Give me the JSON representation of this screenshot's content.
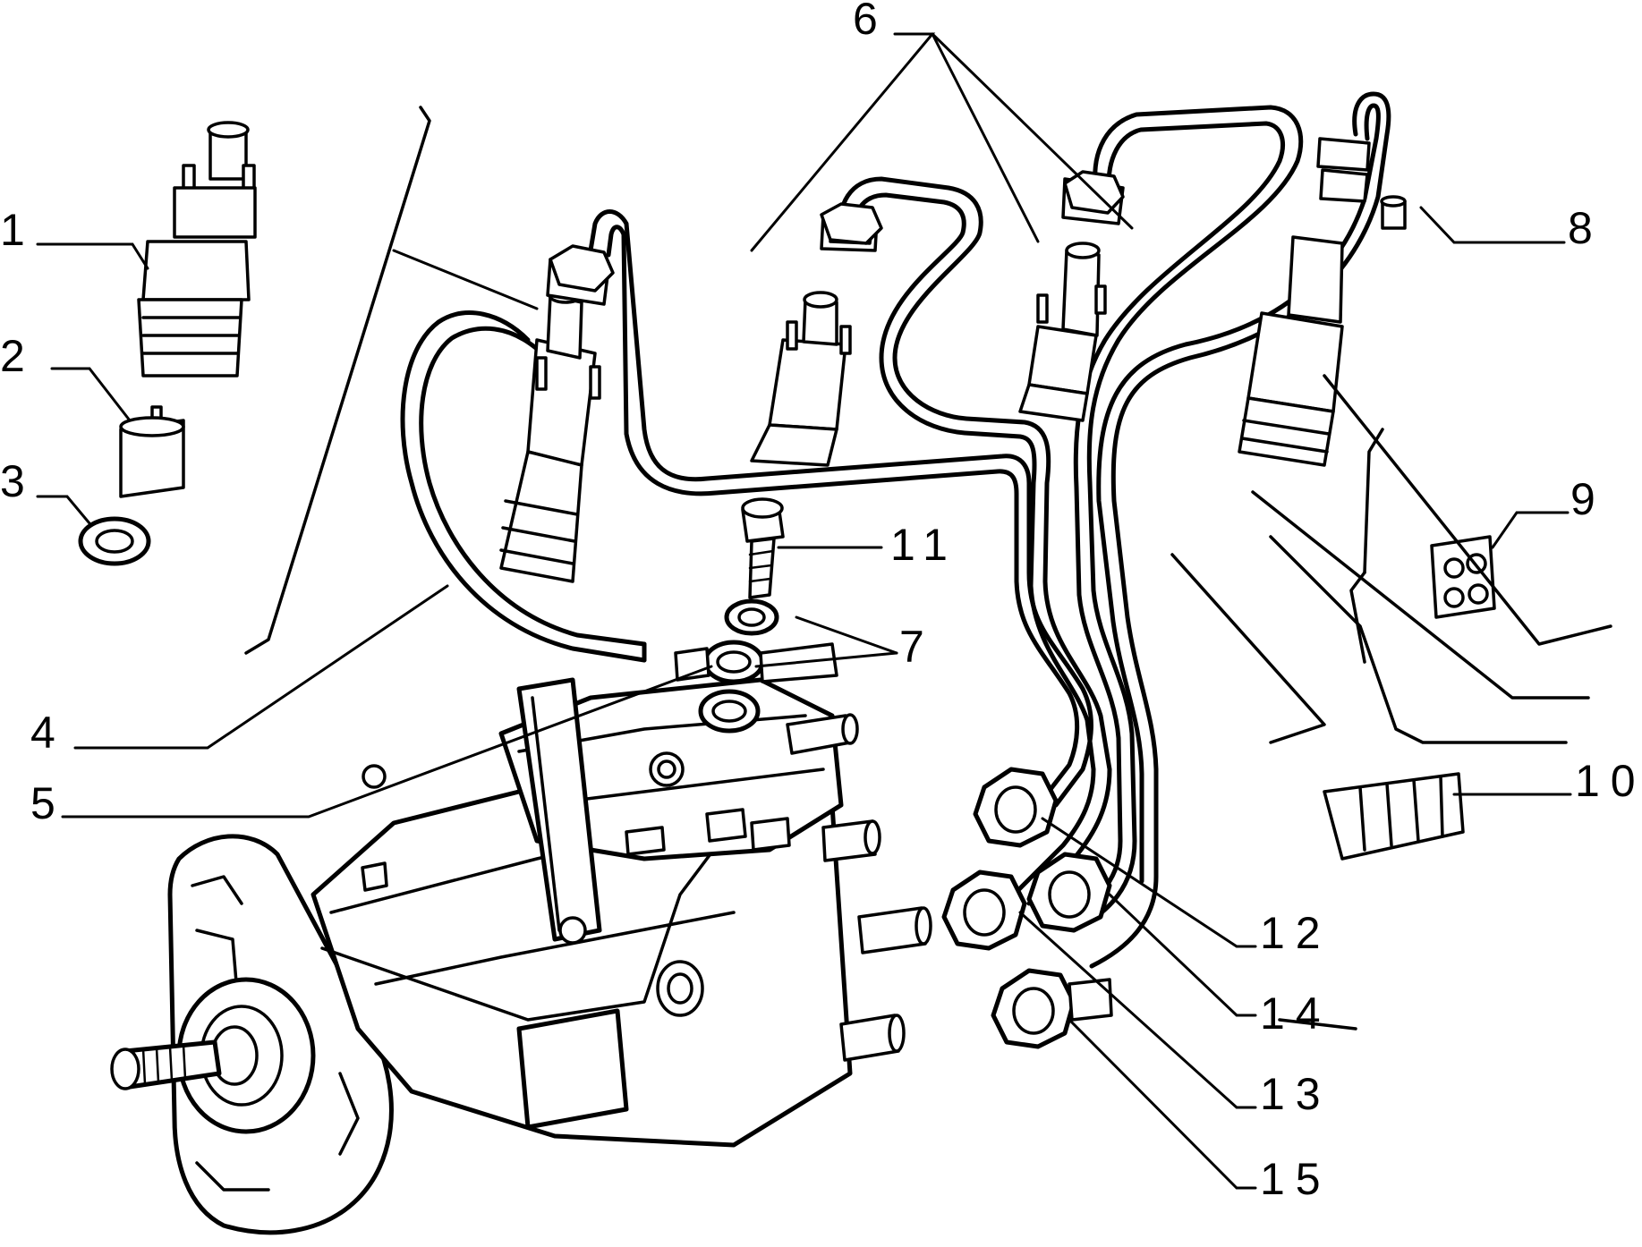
{
  "callouts": [
    "1",
    "2",
    "3",
    "4",
    "5",
    "6",
    "7",
    "8",
    "9",
    "10",
    "11",
    "12",
    "13",
    "14",
    "15"
  ],
  "icons": {
    "injector": "injector-icon",
    "nozzle": "nozzle-icon",
    "washer": "washer-icon",
    "pipe": "fuel-pipe-icon",
    "pump": "injection-pump-icon",
    "nut": "union-nut-icon",
    "cap": "cap-icon",
    "clip": "pipe-clip-icon",
    "bolt": "banjo-bolt-icon"
  },
  "colors": {
    "ink": "#000000",
    "background": "#ffffff"
  }
}
